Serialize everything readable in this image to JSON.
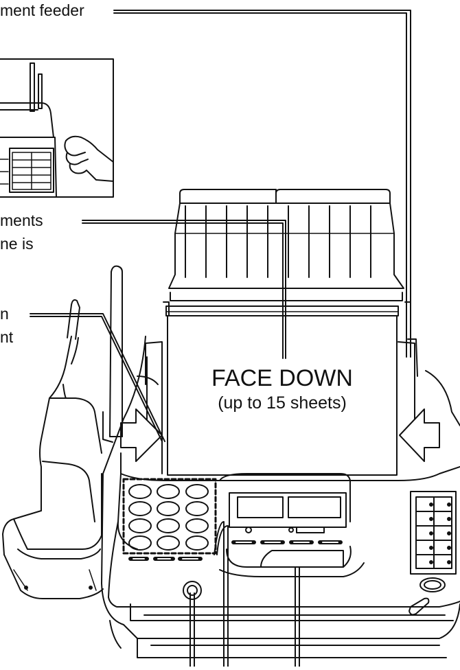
{
  "labels": {
    "document_feeder": "ment feeder",
    "documents": "ments",
    "phone_is": "ne is",
    "n_fragment": "n",
    "nt_fragment": "nt"
  },
  "document_text": {
    "main": "FACE DOWN",
    "sub": "(up to 15 sheets)"
  },
  "colors": {
    "line": "#111111",
    "background": "#ffffff"
  }
}
